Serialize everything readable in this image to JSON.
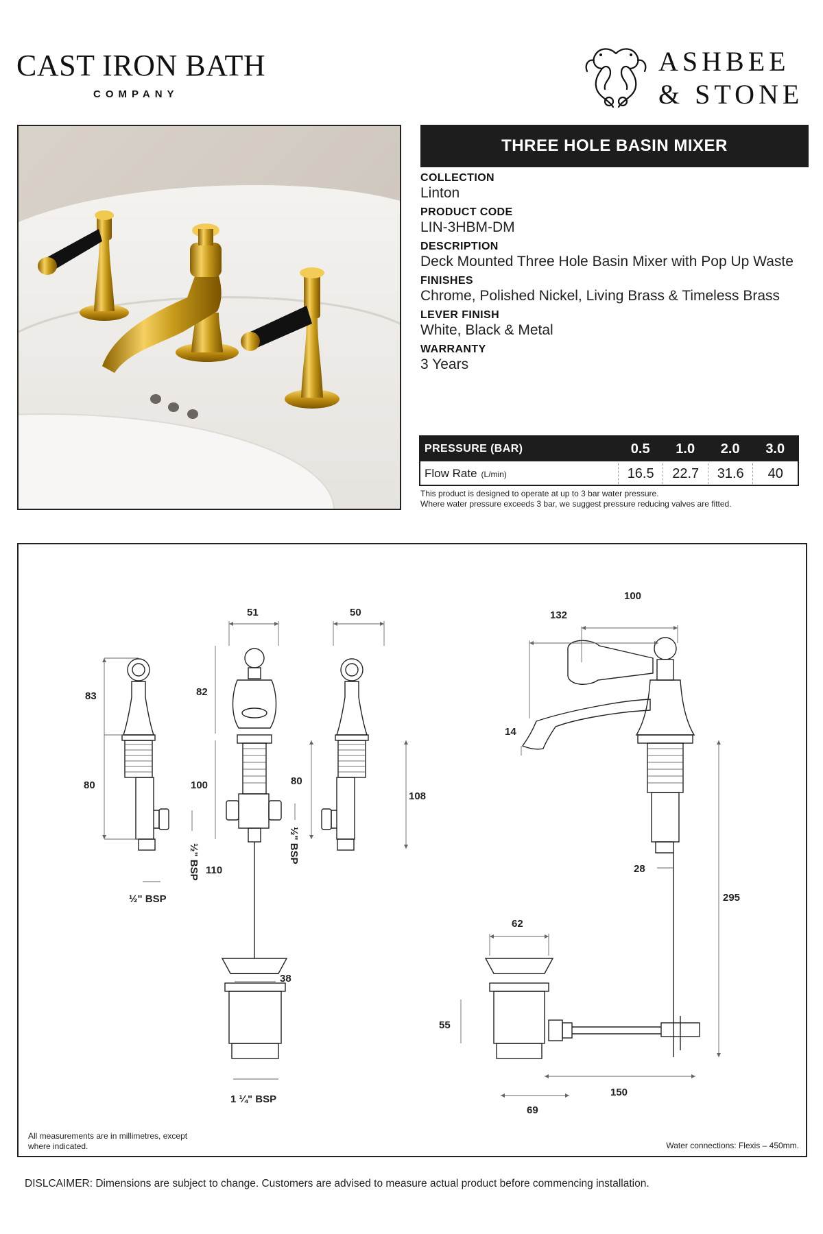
{
  "brand": {
    "left_name": "CAST IRON BATH",
    "left_sub": "COMPANY",
    "right_line1": "ASHBEE",
    "right_line2": "& STONE"
  },
  "product": {
    "title": "THREE HOLE BASIN MIXER",
    "fields": [
      {
        "label": "COLLECTION",
        "value": "Linton"
      },
      {
        "label": "PRODUCT CODE",
        "value": "LIN-3HBM-DM"
      },
      {
        "label": "DESCRIPTION",
        "value": "Deck Mounted Three Hole Basin Mixer with Pop Up Waste"
      },
      {
        "label": "FINISHES",
        "value": "Chrome, Polished Nickel, Living Brass & Timeless Brass"
      },
      {
        "label": "LEVER FINISH",
        "value": "White, Black & Metal"
      },
      {
        "label": "WARRANTY",
        "value": "3 Years"
      }
    ]
  },
  "pressure_table": {
    "header_label": "PRESSURE (BAR)",
    "pressures": [
      "0.5",
      "1.0",
      "2.0",
      "3.0"
    ],
    "row_label": "Flow Rate",
    "row_unit": "(L/min)",
    "flow_rates": [
      "16.5",
      "22.7",
      "31.6",
      "40"
    ],
    "note_line1": "This product is designed to operate at up to 3 bar water pressure.",
    "note_line2": "Where water pressure exceeds 3 bar, we suggest pressure reducing valves are fitted."
  },
  "drawing": {
    "dims": {
      "d51": "51",
      "d50": "50",
      "d100": "100",
      "d132": "132",
      "d83": "83",
      "d82": "82",
      "d80a": "80",
      "d100b": "100",
      "d80b": "80",
      "d108": "108",
      "d14": "14",
      "d28": "28",
      "d295": "295",
      "d110": "110",
      "d62": "62",
      "d38": "38",
      "d55": "55",
      "d150": "150",
      "d69": "69"
    },
    "bsp_half_a": "½\" BSP",
    "bsp_half_b": "½\" BSP",
    "bsp_half_c": "½\" BSP",
    "bsp_waste": "1 ¼\" BSP",
    "note_left": "All measurements are in millimetres, except where indicated.",
    "note_right": "Water connections: Flexis – 450mm."
  },
  "disclaimer": "DISLCAIMER: Dimensions are subject to change. Customers are advised to measure actual product before commencing installation."
}
